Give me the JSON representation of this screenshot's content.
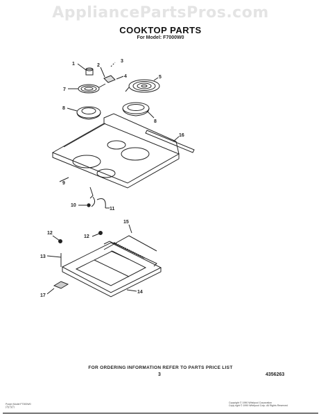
{
  "watermark": "AppliancePartsPros.com",
  "header": {
    "title": "COOKTOP PARTS",
    "model": "For Model: F7000W0"
  },
  "callouts": [
    "1",
    "2",
    "3",
    "4",
    "5",
    "7",
    "8",
    "8",
    "9",
    "10",
    "11",
    "12",
    "12",
    "13",
    "14",
    "15",
    "16",
    "17"
  ],
  "footer": {
    "ordering_note": "FOR ORDERING INFORMATION REFER TO PARTS PRICE LIST",
    "page_number": "3",
    "part_number": "4356263",
    "left_small": [
      "Power Model F7000W0",
      "(7)(7)(7)"
    ],
    "right_small": [
      "Copyright © 1990 Whirlpool Corporation",
      "Copy right © 1990 Whirlpool Corp. All Rights Reserved"
    ]
  }
}
